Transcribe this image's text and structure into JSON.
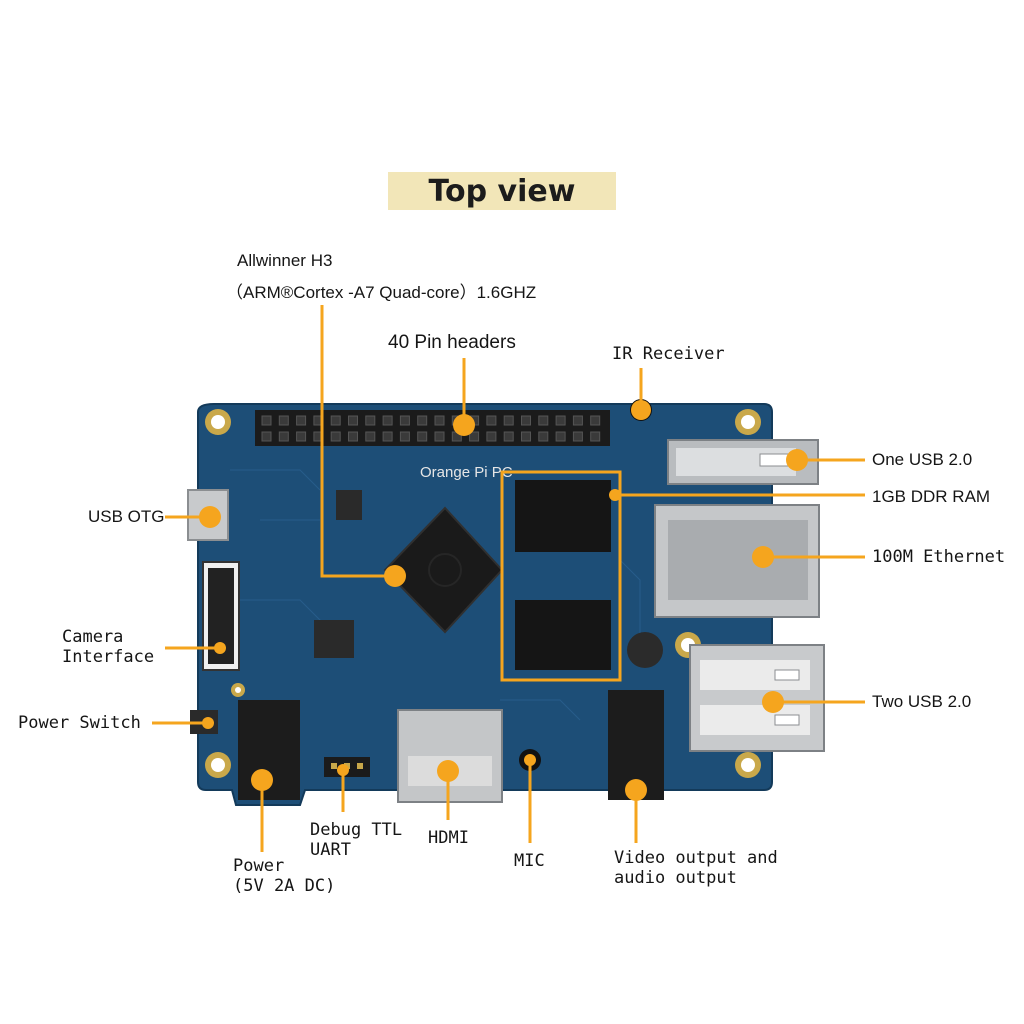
{
  "title": "Top view",
  "colors": {
    "accent": "#f5a51e",
    "title_bg": "#f2e6b8",
    "board": "#1d4e77",
    "board_dark": "#143a5c",
    "pad": "#c9a84a",
    "header": "#1b1b1b",
    "metal": "#c8cacc"
  },
  "board_brand": "Orange Pi PC",
  "labels": {
    "soc_line1": "Allwinner H3",
    "soc_line2": "（ARM®Cortex  -A7 Quad-core）1.6GHZ",
    "pin_headers": "40 Pin headers",
    "ir_receiver": "IR Receiver",
    "usb_one": "One USB 2.0",
    "ddr_ram": "1GB DDR RAM",
    "ethernet": "100M Ethernet",
    "usb_two": "Two USB 2.0",
    "usb_otg": "USB OTG",
    "camera_line1": "Camera",
    "camera_line2": "Interface",
    "power_switch": "Power Switch",
    "power_line1": "Power",
    "power_line2": "(5V 2A DC)",
    "debug_line1": "Debug TTL",
    "debug_line2": "UART",
    "hdmi": "HDMI",
    "mic": "MIC",
    "video_line1": "Video output and",
    "video_line2": "audio output"
  }
}
